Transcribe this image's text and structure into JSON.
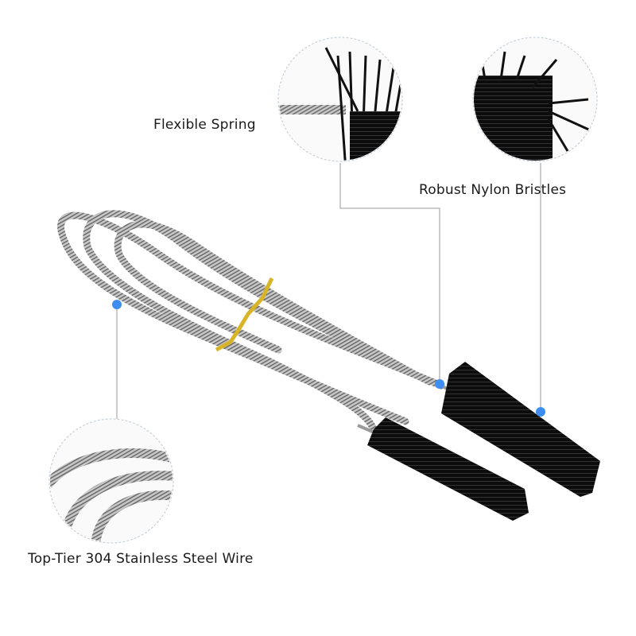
{
  "labels": {
    "spring": "Flexible Spring",
    "bristles": "Robust Nylon Bristles",
    "wire": "Top-Tier 304 Stainless Steel Wire"
  },
  "colors": {
    "marker": "#3d8ef0",
    "leader": "#9a9a9a",
    "steel": "#8c8c8c",
    "bristle": "#111111",
    "twist_tie": "#d8b428"
  }
}
